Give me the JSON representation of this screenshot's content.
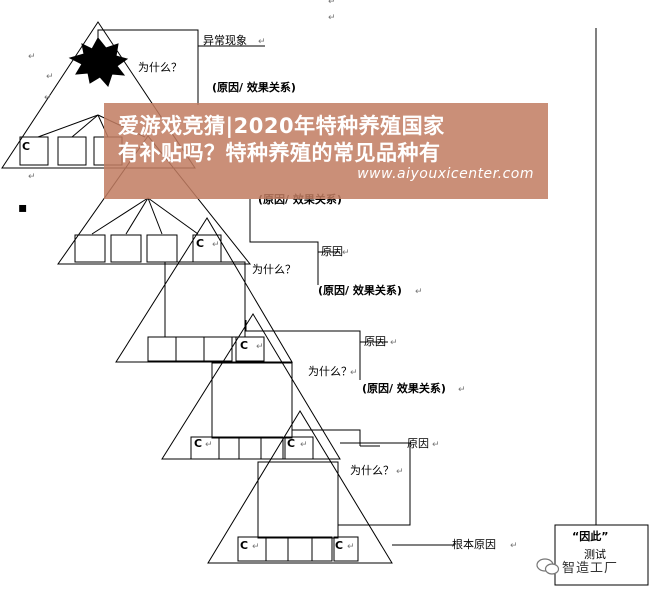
{
  "diagram": {
    "labels": {
      "phenomenon": "异常现象",
      "why": "为什么？",
      "relation": "(原因/ 效果关系)",
      "cause": "原因",
      "root_cause": "根本原因",
      "conclusion_top": "“因此”",
      "conclusion_bottom": "测试",
      "c_mark": "C",
      "return_mark": "↵"
    }
  },
  "overlay": {
    "title_line1": "爱游戏竞猜|2020年特种养殖国家",
    "title_line2": "有补贴吗？特种养殖的常见品种有",
    "url": "www.aiyouxicenter.com"
  },
  "watermark": {
    "brand": "智造工厂"
  }
}
